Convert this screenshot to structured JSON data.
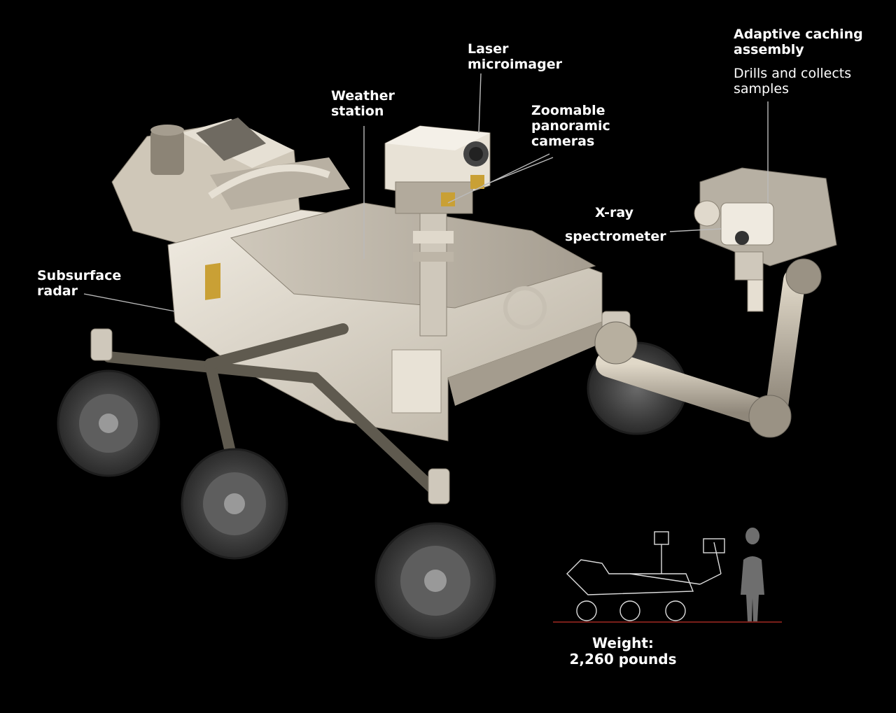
{
  "labels": {
    "laser": [
      "Laser",
      "microimager"
    ],
    "weather": [
      "Weather",
      "station"
    ],
    "zoom": [
      "Zoomable",
      "panoramic",
      "cameras"
    ],
    "xray": [
      "X-ray",
      "spectrometer"
    ],
    "caching_title": [
      "Adaptive caching",
      "assembly"
    ],
    "caching_desc": [
      "Drills and collects",
      "samples"
    ],
    "radar": [
      "Subsurface",
      "radar"
    ]
  },
  "weight": [
    "Weight:",
    "2,260 pounds"
  ],
  "colors": {
    "background": "#000000",
    "body": "#d9d2c4",
    "wheel": "#4a4a4a",
    "leader": "#bbbbbb",
    "ground_line": "#7a1f1a",
    "human": "#6e6e6e"
  }
}
